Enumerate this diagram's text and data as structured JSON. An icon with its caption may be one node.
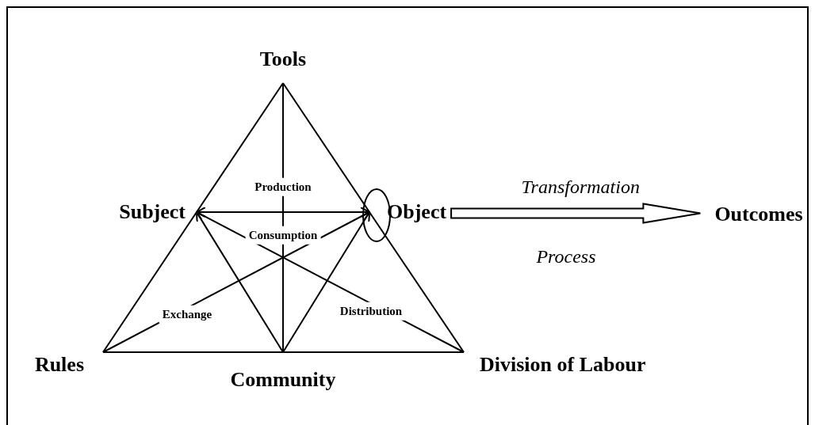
{
  "diagram": {
    "nodes": [
      {
        "text": [
          "Tools"
        ]
      },
      {
        "text": [
          "Subject"
        ]
      },
      {
        "text": [
          "Object"
        ]
      },
      {
        "text": [
          "Outcomes"
        ]
      },
      {
        "text": [
          "Rules"
        ]
      },
      {
        "text": [
          "Community"
        ]
      },
      {
        "text": [
          "Division of Labour"
        ]
      }
    ],
    "edges": [
      {
        "from": 0,
        "to": 1,
        "arrow": "none"
      },
      {
        "from": 0,
        "to": 2,
        "arrow": "none"
      },
      {
        "from": 0,
        "to": 5,
        "arrow": "none"
      },
      {
        "from": 1,
        "to": 2,
        "arrow": "both"
      },
      {
        "from": 1,
        "to": 4,
        "arrow": "none"
      },
      {
        "from": 2,
        "to": 6,
        "arrow": "none"
      },
      {
        "from": 4,
        "to": 5,
        "arrow": "none"
      },
      {
        "from": 5,
        "to": 6,
        "arrow": "none"
      },
      {
        "from": 5,
        "to": 1,
        "arrow": "to"
      },
      {
        "from": 6,
        "to": 1,
        "arrow": "to"
      },
      {
        "from": 4,
        "to": 2,
        "arrow": "to"
      },
      {
        "from": 5,
        "to": 2,
        "arrow": "to"
      },
      {
        "from": 2,
        "to": 3,
        "arrow": "to",
        "style": "thick",
        "label": "Transformation"
      }
    ],
    "labels": [
      "Production",
      "Consumption",
      "Exchange",
      "Distribution",
      "Process"
    ]
  }
}
